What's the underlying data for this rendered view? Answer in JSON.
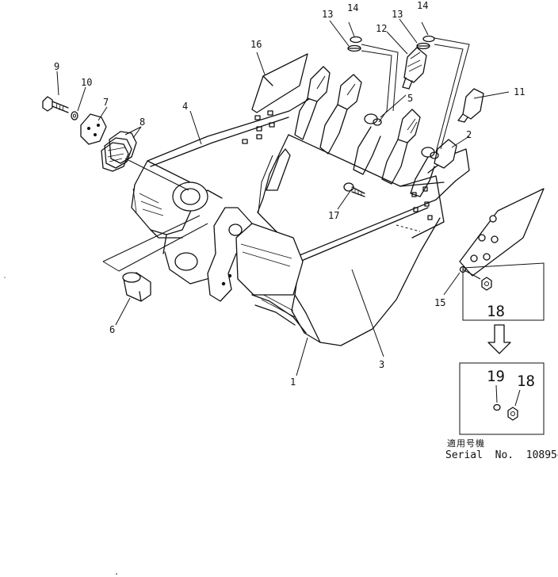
{
  "callouts": {
    "c1": "1",
    "c2": "2",
    "c3": "3",
    "c4": "4",
    "c5": "5",
    "c6": "6",
    "c7": "7",
    "c8": "8",
    "c9": "9",
    "c10": "10",
    "c11": "11",
    "c12": "12",
    "c13a": "13",
    "c13b": "13",
    "c14a": "14",
    "c14b": "14",
    "c15": "15",
    "c16": "16",
    "c17": "17",
    "c18a": "18",
    "c18b": "18",
    "c19": "19"
  },
  "note": {
    "applicable_label": "適用号機",
    "serial_text": "Serial  No.  10895~"
  }
}
